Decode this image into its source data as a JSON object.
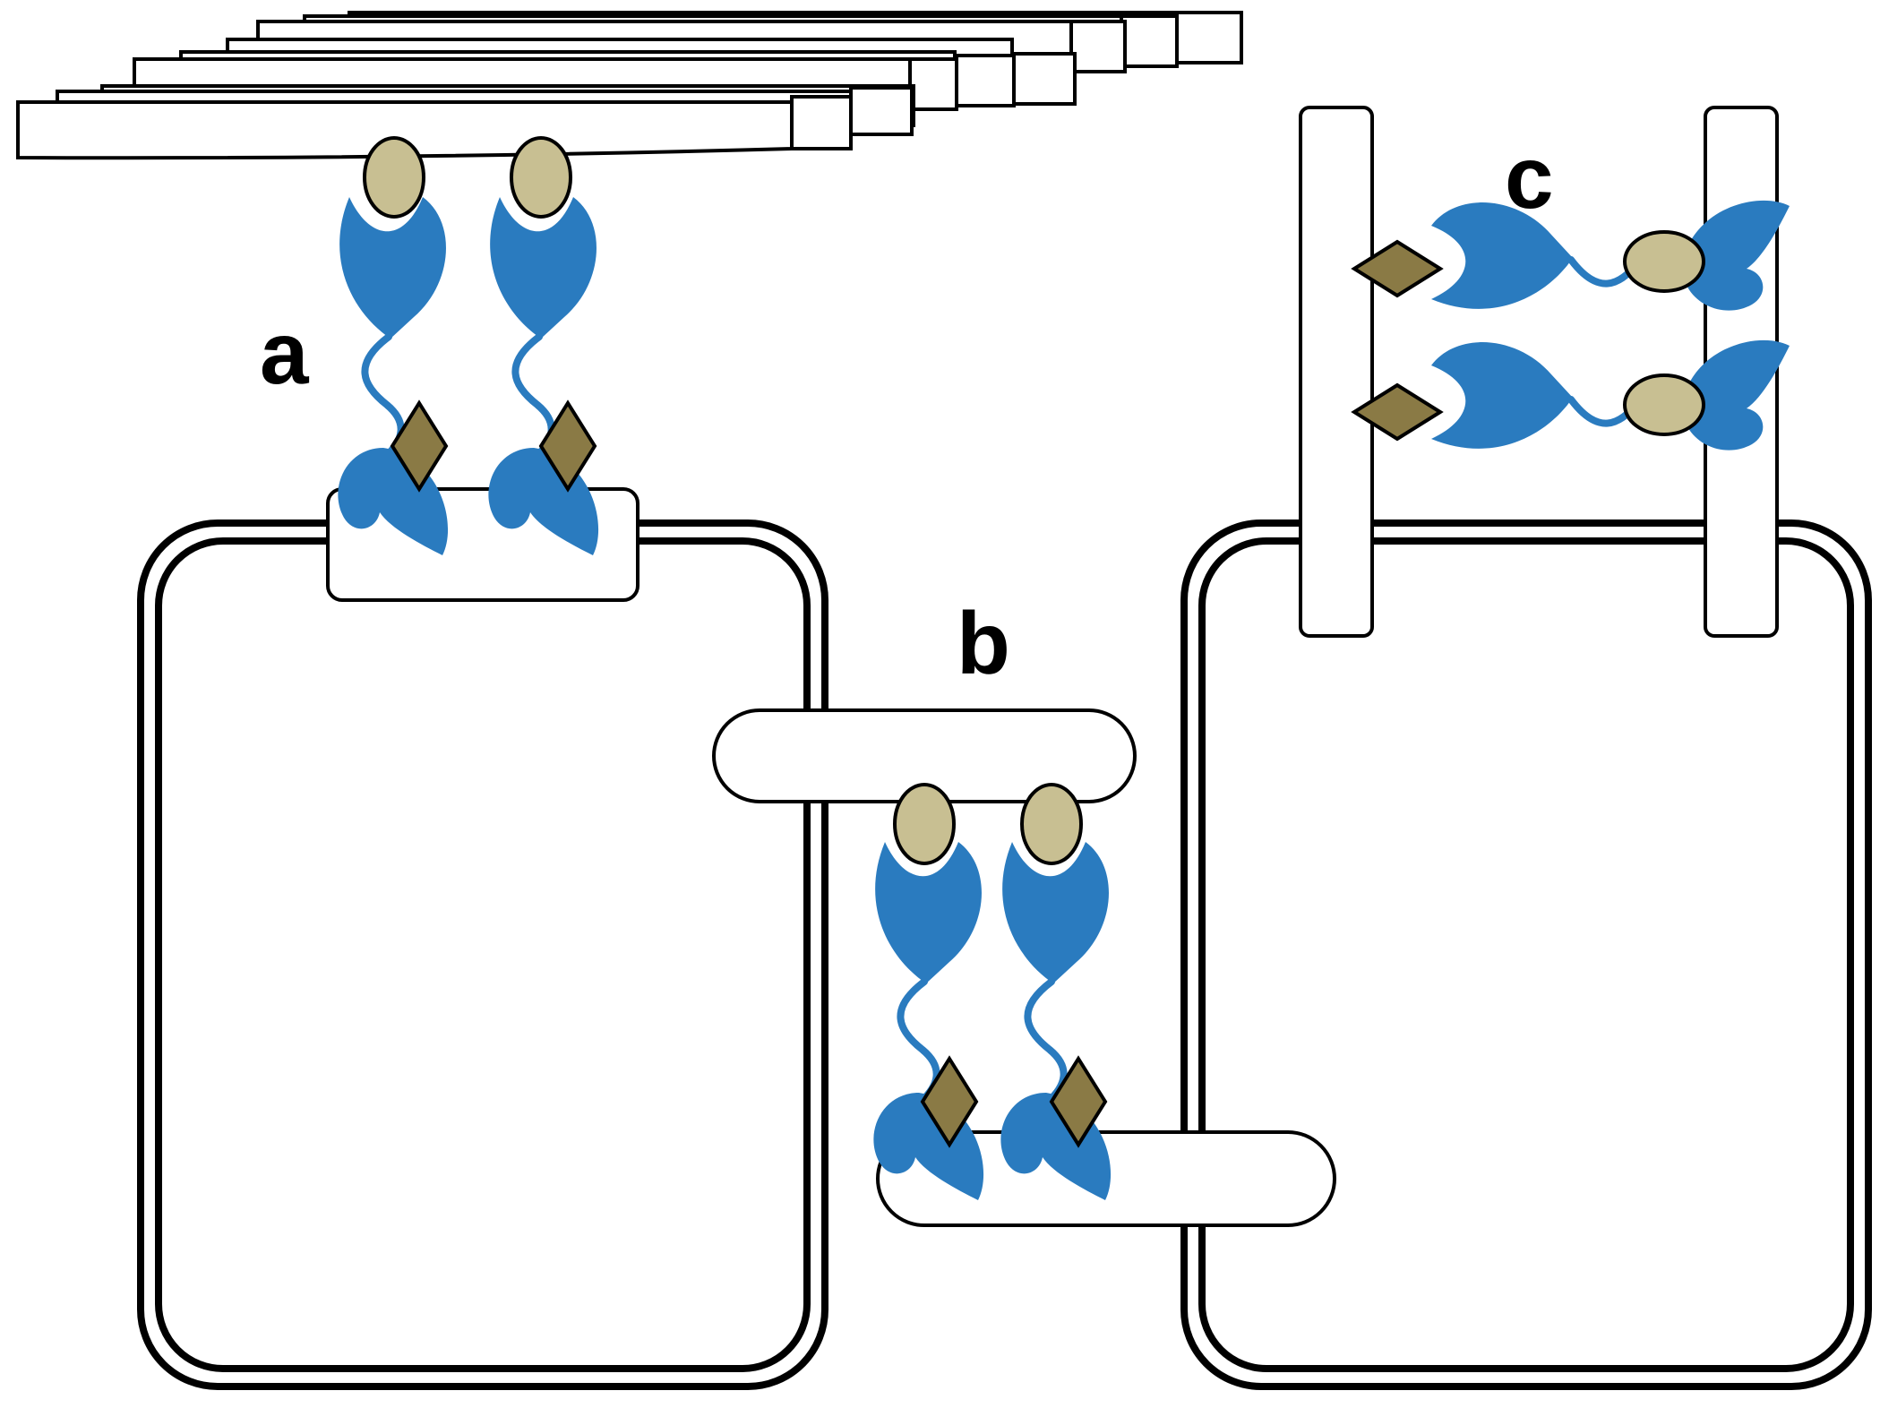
{
  "labels": {
    "a": "a",
    "b": "b",
    "c": "c"
  },
  "colors": {
    "receptor": "#2a7bbf",
    "ligand": "#c8bf92",
    "diamond": "#8a7a45",
    "outline": "#000000",
    "fill": "#ffffff"
  },
  "icons": {
    "receptor": "receptor-icon",
    "ligand": "ligand-oval-icon",
    "anchor": "anchor-diamond-icon"
  }
}
